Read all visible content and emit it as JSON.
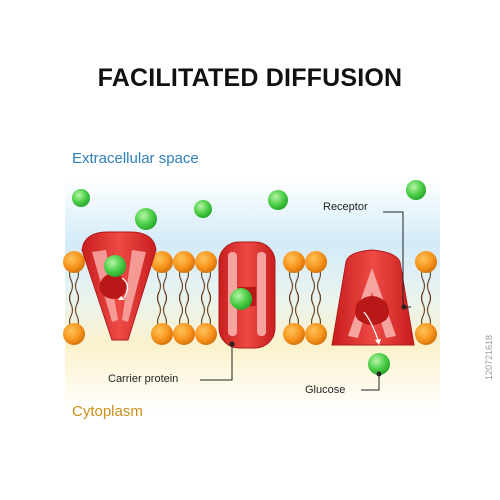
{
  "title": "FACILITATED DIFFUSION",
  "regions": {
    "extracellular": "Extracellular space",
    "cytoplasm": "Cytoplasm"
  },
  "labels": {
    "receptor": "Receptor",
    "carrier_protein": "Carrier protein",
    "glucose": "Glucose"
  },
  "watermark_id": "120721618",
  "colors": {
    "phospholipid_head": "#f7941d",
    "protein": "#e63c3c",
    "protein_light": "#f6a4a0",
    "glucose": "#3ec63e",
    "extracellular_bg": "#cfe8f6",
    "cytoplasm_bg": "#fbf1c6"
  }
}
